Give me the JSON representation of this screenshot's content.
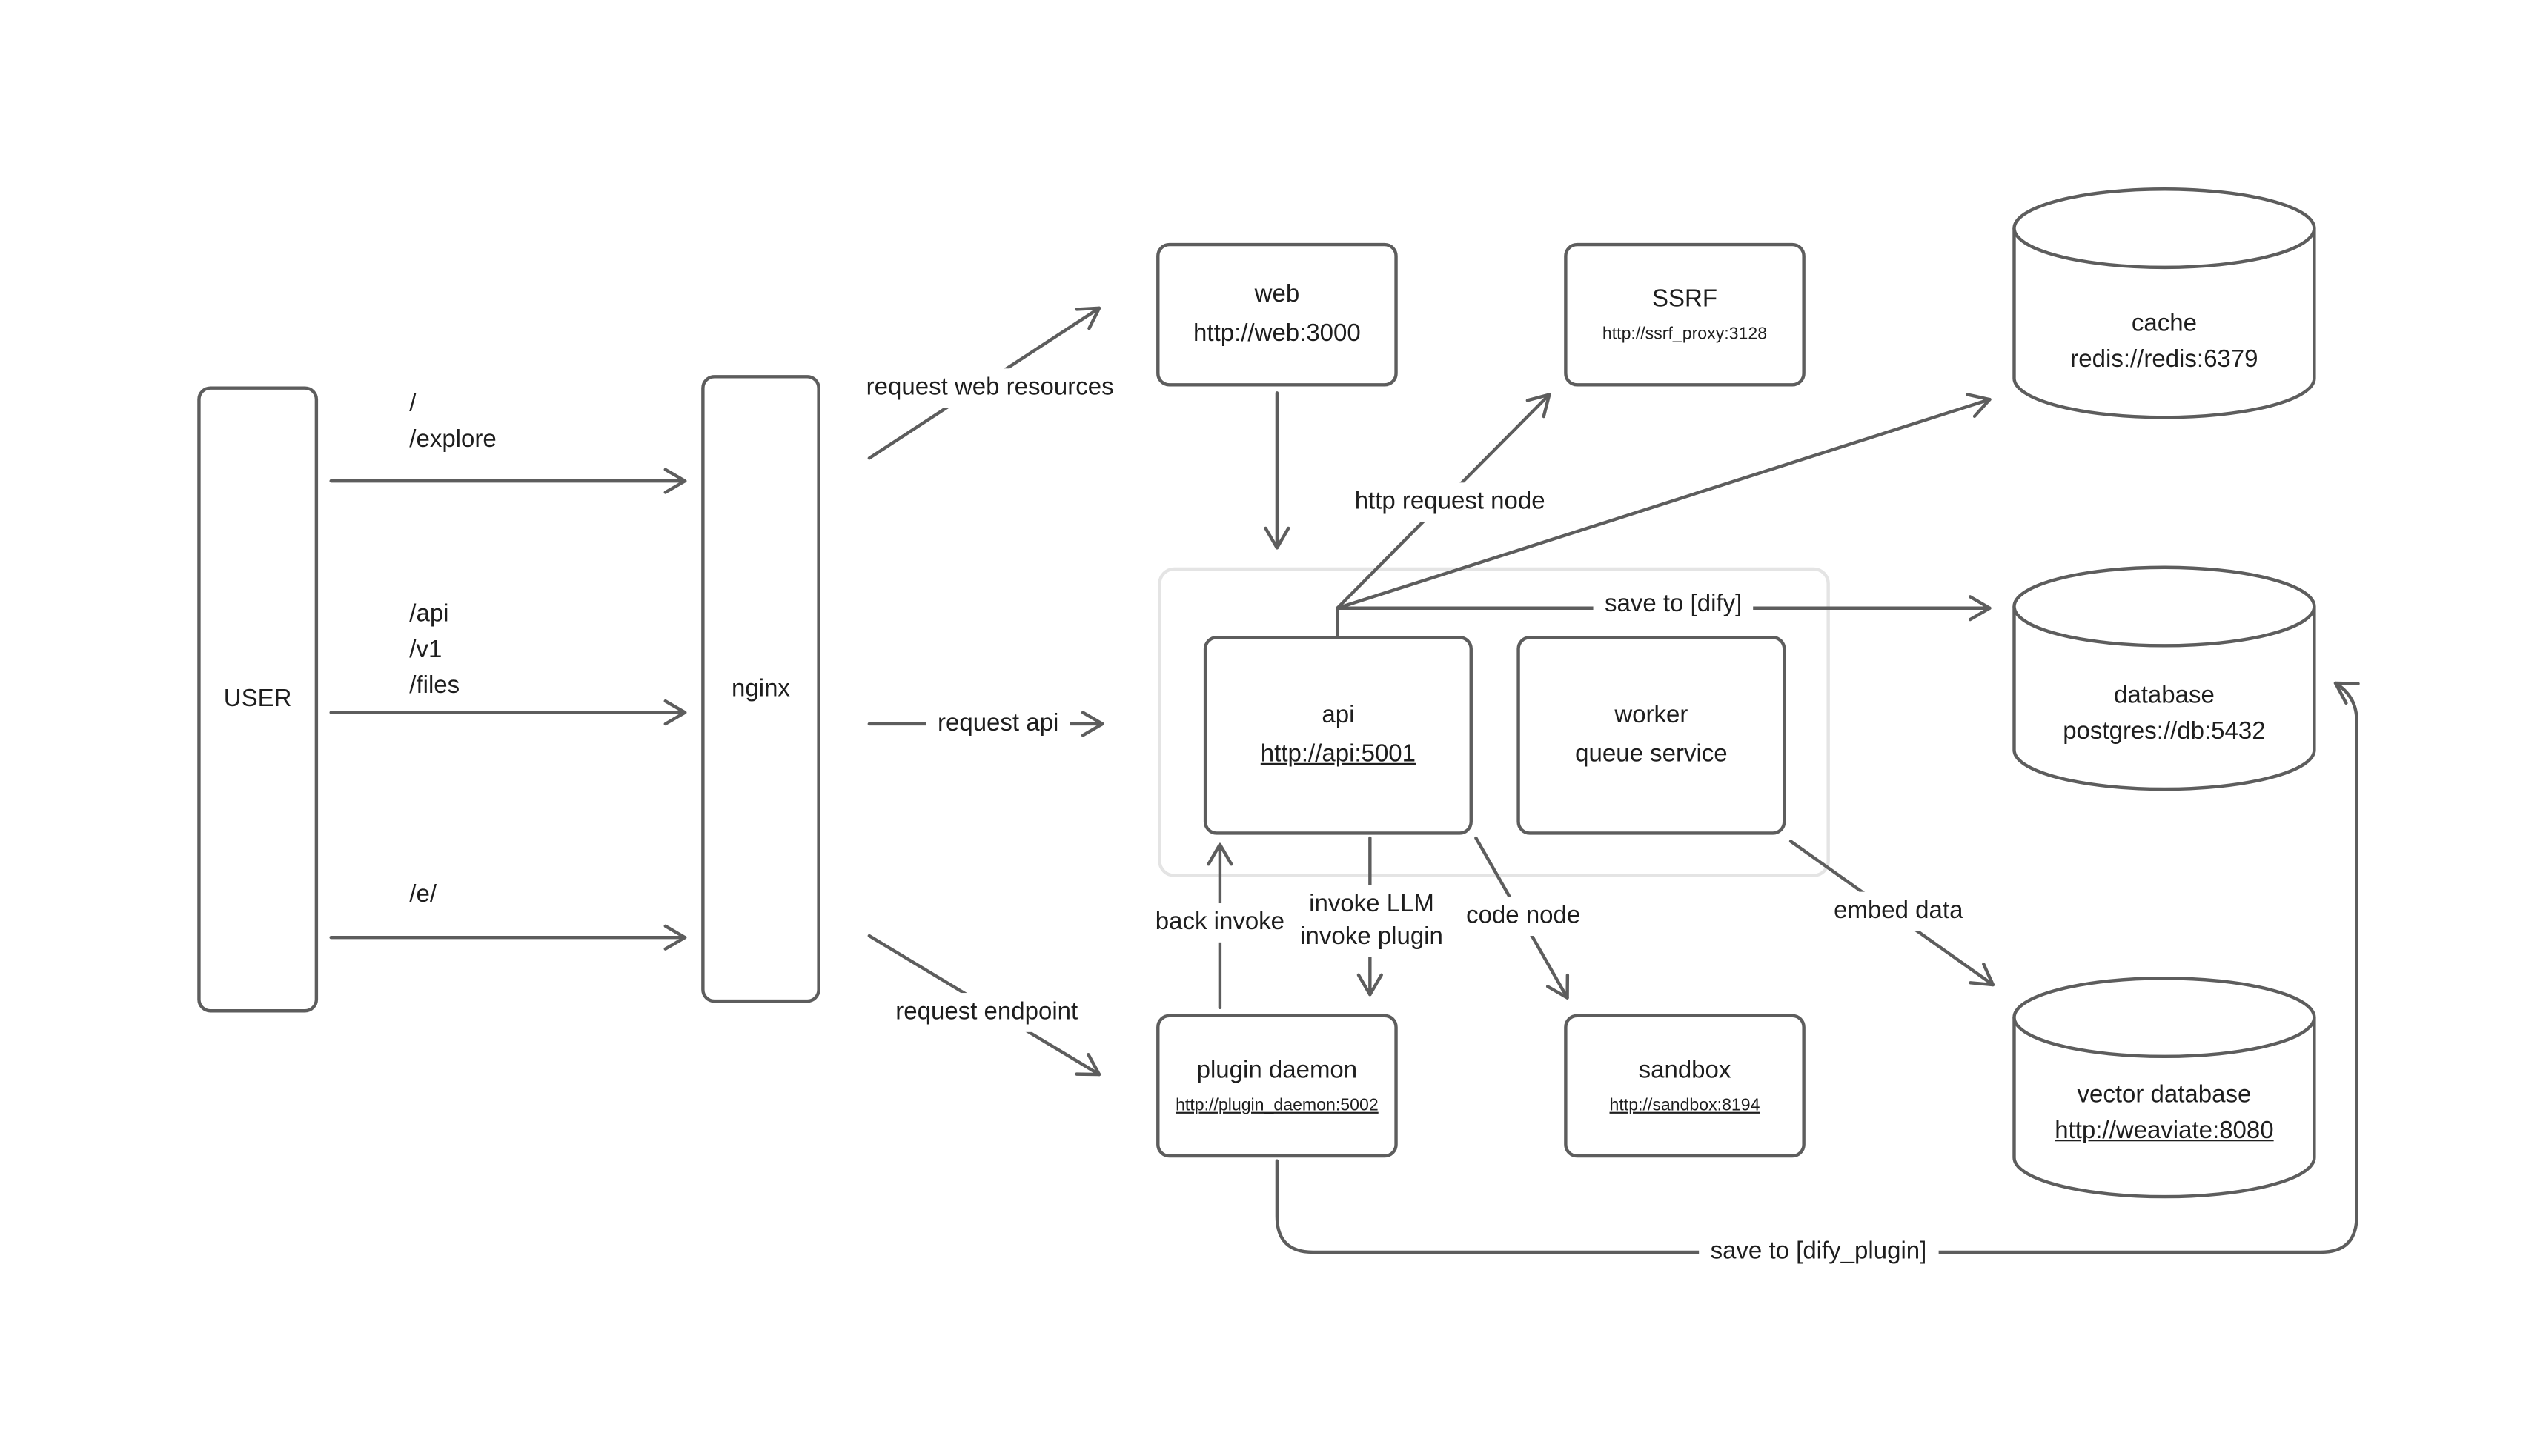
{
  "colors": {
    "stroke": "#5d5d5d",
    "text": "#1e1e1e",
    "group_border": "#e4e4e4",
    "background": "#ffffff"
  },
  "nodes": {
    "user": {
      "label": "USER"
    },
    "nginx": {
      "label": "nginx"
    },
    "web": {
      "title": "web",
      "url": "http://web:3000"
    },
    "ssrf": {
      "title": "SSRF",
      "url": "http://ssrf_proxy:3128"
    },
    "cache": {
      "title": "cache",
      "url": "redis://redis:6379"
    },
    "database": {
      "title": "database",
      "url": "postgres://db:5432"
    },
    "vector_database": {
      "title": "vector database",
      "url": "http://weaviate:8080"
    },
    "api": {
      "title": "api",
      "url": "http://api:5001"
    },
    "worker": {
      "title": "worker",
      "subtitle": "queue service"
    },
    "plugin_daemon": {
      "title": "plugin daemon",
      "url": "http://plugin_daemon:5002"
    },
    "sandbox": {
      "title": "sandbox",
      "url": "http://sandbox:8194"
    }
  },
  "edges": {
    "user_routes_top": [
      "/",
      "/explore"
    ],
    "user_routes_mid": [
      "/api",
      "/v1",
      "/files"
    ],
    "user_routes_bottom": [
      "/e/"
    ],
    "request_web_resources": "request web resources",
    "request_api": "request api",
    "request_endpoint": "request endpoint",
    "http_request_node": "http request node",
    "save_to_dify": "save to [dify]",
    "back_invoke": "back invoke",
    "invoke": [
      "invoke LLM",
      "invoke plugin"
    ],
    "code_node": "code node",
    "embed_data": "embed data",
    "save_to_dify_plugin": "save to [dify_plugin]"
  }
}
